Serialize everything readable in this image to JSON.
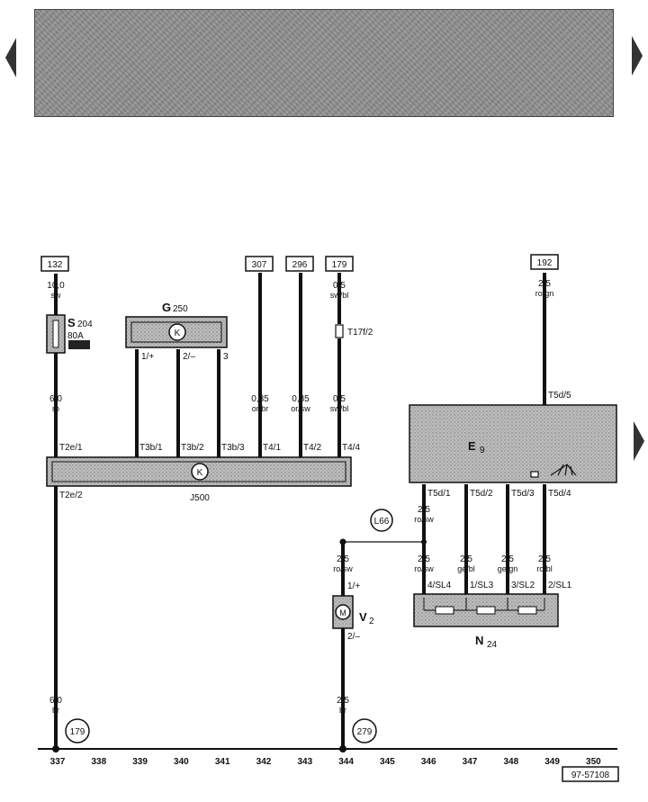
{
  "references": {
    "r132": "132",
    "r307": "307",
    "r296": "296",
    "r179": "179",
    "r192": "192",
    "c179": "179",
    "c279": "279",
    "l66": "L66"
  },
  "wires": {
    "w1_top_size": "10,0",
    "w1_top_color": "sw",
    "w1_mid_size": "6,0",
    "w1_mid_color": "ro",
    "w1_bot_size": "6,0",
    "w1_bot_color": "br",
    "w307_size": "0,35",
    "w307_color": "or/br",
    "w296_size": "0,35",
    "w296_color": "or/sw",
    "w179_top_size": "0,5",
    "w179_top_color": "sw/bl",
    "w179_bot_size": "0,5",
    "w179_bot_color": "sw/bl",
    "w192_size": "2,5",
    "w192_color": "ro/gn",
    "t5d1_size": "2,5",
    "t5d1_color": "ro/sw",
    "n24a_size": "2,5",
    "n24a_color": "ro/sw",
    "n24b_size": "2,5",
    "n24b_color": "ge/bl",
    "n24c_size": "2,5",
    "n24c_color": "ge/gn",
    "n24d_size": "2,5",
    "n24d_color": "ro/bl",
    "v2_top_size": "2,5",
    "v2_top_color": "ro/sw",
    "v2_bot_size": "2,5",
    "v2_bot_color": "br"
  },
  "components": {
    "s204_name": "S",
    "s204_sub": "204",
    "s204_rating": "80A",
    "g250_name": "G",
    "g250_sub": "250",
    "g250_pin1": "1/+",
    "g250_pin2": "2/–",
    "g250_pin3": "3",
    "t17f2": "T17f/2",
    "j500_name": "J500",
    "e9_name": "E",
    "e9_sub": "9",
    "v2_name": "V",
    "v2_sub": "2",
    "v2_pin1": "1/+",
    "v2_pin2": "2/–",
    "n24_name": "N",
    "n24_sub": "24",
    "k_symbol": "K",
    "m_symbol": "M"
  },
  "terminals": {
    "t2e1": "T2e/1",
    "t2e2": "T2e/2",
    "t3b1": "T3b/1",
    "t3b2": "T3b/2",
    "t3b3": "T3b/3",
    "t4_1": "T4/1",
    "t4_2": "T4/2",
    "t4_4": "T4/4",
    "t5d5": "T5d/5",
    "t5d1": "T5d/1",
    "t5d2": "T5d/2",
    "t5d3": "T5d/3",
    "t5d4": "T5d/4",
    "sl4": "4/SL4",
    "sl3": "1/SL3",
    "sl2": "3/SL2",
    "sl1": "2/SL1"
  },
  "ruler": {
    "ticks": [
      "337",
      "338",
      "339",
      "340",
      "341",
      "342",
      "343",
      "344",
      "345",
      "346",
      "347",
      "348",
      "349",
      "350"
    ]
  },
  "footer": {
    "doc_code": "97-57108"
  }
}
